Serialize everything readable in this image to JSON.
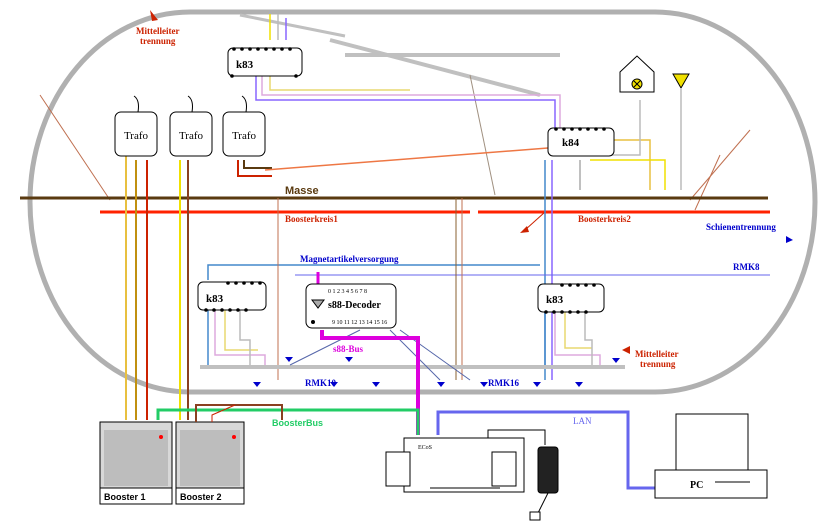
{
  "labels": {
    "mittelleiter_top": [
      "Mittelleiter",
      "trennung"
    ],
    "mittelleiter_bottom": [
      "Mittelleiter",
      "trennung"
    ],
    "masse": "Masse",
    "boosterkreis1": "Boosterkreis1",
    "boosterkreis2": "Boosterkreis2",
    "schienentrennung": "Schienentrennung",
    "magnetartikelversorgung": "Magnetartikelversorgung",
    "rmk8": "RMK8",
    "rmk10": "RMK10",
    "rmk16": "RMK16",
    "s88_bus": "s88-Bus",
    "boosterbus": "BoosterBus",
    "lan": "LAN"
  },
  "modules": {
    "k83_top": "k83",
    "k84": "k84",
    "k83_left": "k83",
    "k83_right": "k83",
    "s88": "s88-Decoder",
    "s88_pins_top": "0 1 2 3 4 5 6 7 8",
    "s88_pins_bottom": "9 10 11 12 13 14 15 16",
    "trafo": [
      "Trafo",
      "Trafo",
      "Trafo"
    ],
    "booster1": "Booster 1",
    "booster2": "Booster 2",
    "ecos": "ECoS",
    "pc": "PC"
  },
  "colors": {
    "masse": "#5a3a10",
    "booster": "#ff2200",
    "label_red": "#cc2200",
    "label_blue": "#0000cc",
    "s88": "#dd00dd",
    "boosterbus": "#22cc66",
    "lan": "#6666ee",
    "magnet": "#4488cc"
  }
}
